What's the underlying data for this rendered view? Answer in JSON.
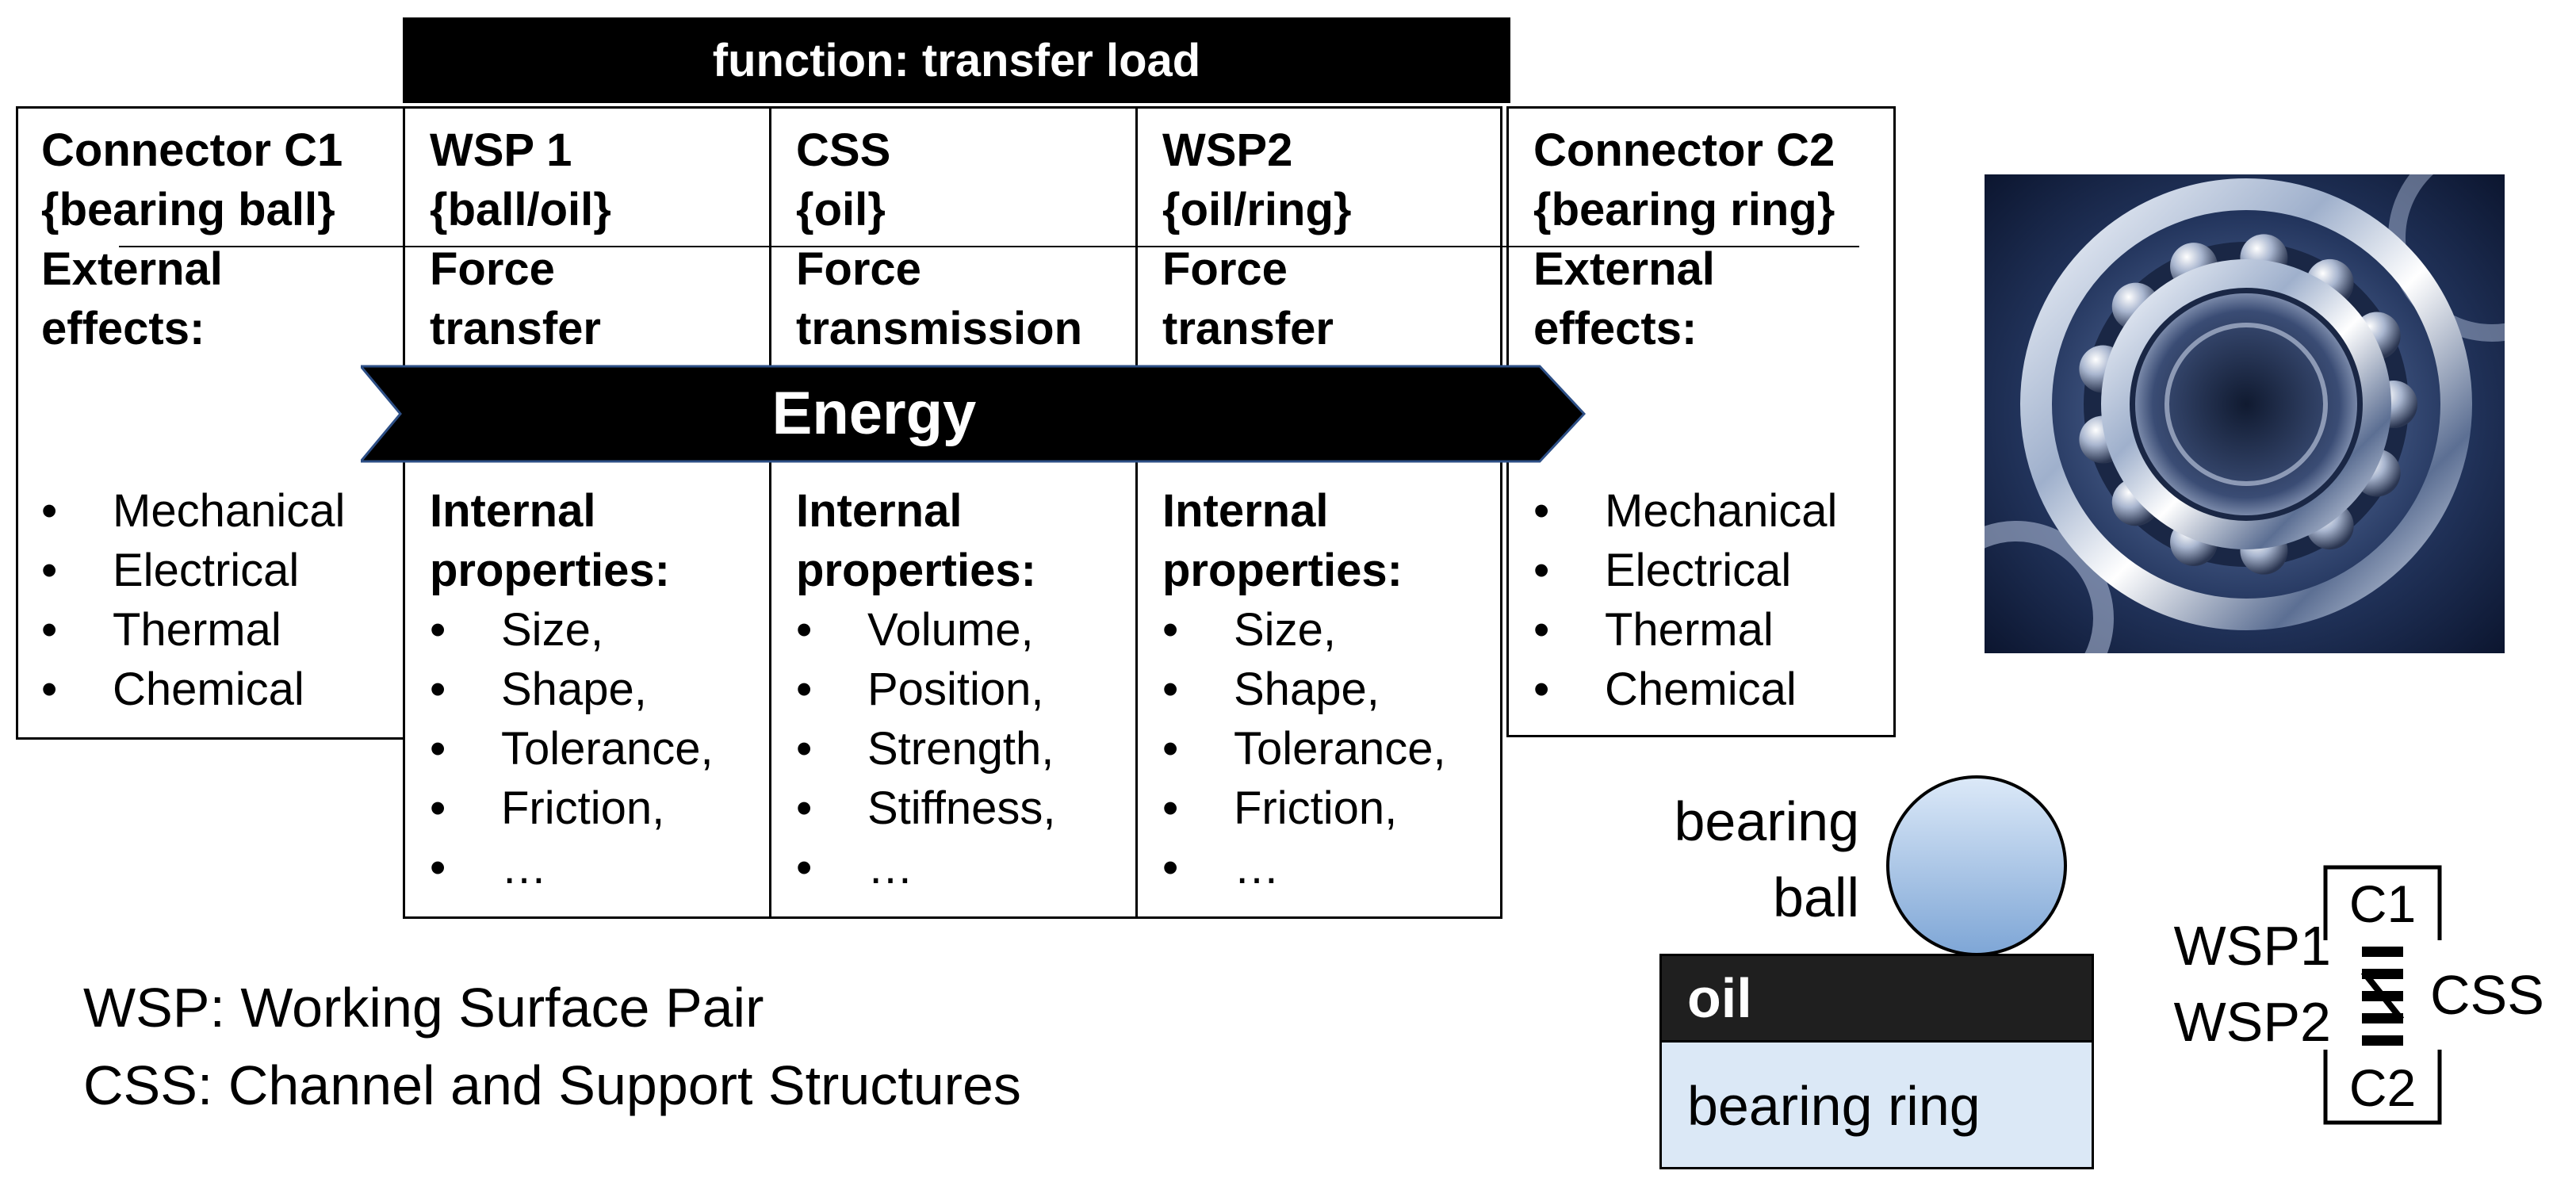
{
  "header": {
    "function_label": "function: transfer load"
  },
  "energy_label": "Energy",
  "columns": [
    {
      "id": "connector-c1",
      "title1": "Connector C1",
      "title2": "{bearing ball}",
      "role1": "External",
      "role2": "effects:",
      "items": [
        "Mechanical",
        "Electrical",
        "Thermal",
        "Chemical"
      ]
    },
    {
      "id": "wsp1",
      "title1": "WSP 1",
      "title2": "{ball/oil}",
      "role1": "Force",
      "role2": "transfer",
      "props1": "Internal",
      "props2": "properties:",
      "items": [
        "Size,",
        "Shape,",
        "Tolerance,",
        "Friction,",
        "…"
      ]
    },
    {
      "id": "css",
      "title1": "CSS",
      "title2": "{oil}",
      "role1": "Force",
      "role2": "transmission",
      "props1": "Internal",
      "props2": "properties:",
      "items": [
        "Volume,",
        "Position,",
        "Strength,",
        "Stiffness,",
        "…"
      ]
    },
    {
      "id": "wsp2",
      "title1": "WSP2",
      "title2": "{oil/ring}",
      "role1": "Force",
      "role2": "transfer",
      "props1": "Internal",
      "props2": "properties:",
      "items": [
        "Size,",
        "Shape,",
        "Tolerance,",
        "Friction,",
        "…"
      ]
    },
    {
      "id": "connector-c2",
      "title1": "Connector C2",
      "title2": "{bearing ring}",
      "role1": "External",
      "role2": "effects:",
      "items": [
        "Mechanical",
        "Electrical",
        "Thermal",
        "Chemical"
      ]
    }
  ],
  "legend": {
    "line1": "WSP: Working Surface Pair",
    "line2": "CSS: Channel and Support Structures"
  },
  "schematic": {
    "ball_label1": "bearing",
    "ball_label2": "ball",
    "oil_label": "oil",
    "ring_label": "bearing ring"
  },
  "symbol": {
    "c1": "C1",
    "c2": "C2",
    "wsp1": "WSP1",
    "wsp2": "WSP2",
    "css": "CSS"
  },
  "colors": {
    "bar": "#000000",
    "ring_fill": "#dbe8f6",
    "oil_fill": "#1f1f1f",
    "ball_top": "#dce9f8",
    "ball_bottom": "#7ea6d6"
  }
}
